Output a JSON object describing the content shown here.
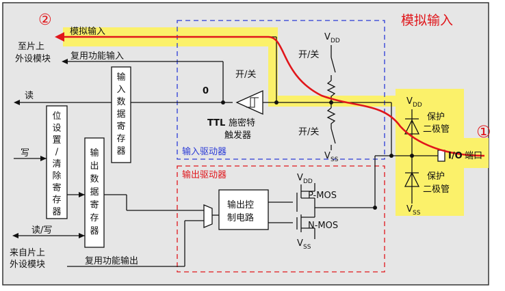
{
  "title": "模拟输入",
  "markers": {
    "one": "①",
    "two": "②"
  },
  "labels": {
    "analog_input": "模拟输入",
    "alt_func_input": "复用功能输入",
    "to_onchip_1": "至片上",
    "to_onchip_2": "外设模块",
    "read": "读",
    "write": "写",
    "read_write": "读/写",
    "from_onchip_1": "来自片上",
    "from_onchip_2": "外设模块",
    "alt_func_output": "复用功能输出",
    "zero": "0",
    "on_off": "开/关",
    "ttl_bold": "TTL",
    "ttl_rest": "施密特",
    "trigger": "触发器",
    "input_driver": "输入驱动器",
    "output_driver": "输出驱动器",
    "output_ctrl_1": "输出控",
    "output_ctrl_2": "制电路",
    "pmos": "P-MOS",
    "nmos": "N-MOS",
    "protect": "保护",
    "diode": "二极管",
    "io_bold": "I/O",
    "io_rest": "端口",
    "vdd_v": "V",
    "vdd_sub": "DD",
    "vss_v": "V",
    "vss_sub": "SS"
  },
  "registers": {
    "input_data": [
      "输",
      "入",
      "数",
      "据",
      "寄",
      "存",
      "器"
    ],
    "bit_set_clear": [
      "位",
      "设",
      "置",
      "/",
      "清",
      "除",
      "寄",
      "存",
      "器"
    ],
    "output_data": [
      "输",
      "出",
      "数",
      "据",
      "寄",
      "存",
      "器"
    ]
  },
  "colors": {
    "background": "#e6e6e6",
    "highlight": "#fbf16a",
    "path": "#e0161b",
    "input_box": "#2a3ad6",
    "output_box": "#e0161b"
  }
}
